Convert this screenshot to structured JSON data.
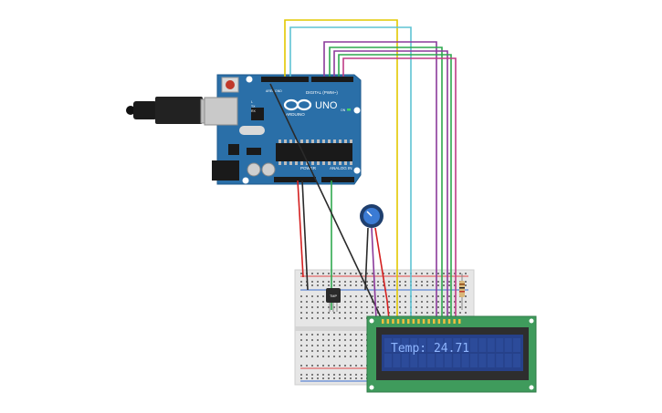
{
  "board": {
    "model": "UNO",
    "brand": "ARDUINO",
    "digital_label": "DIGITAL (PWM~)",
    "power_label": "POWER",
    "analog_label": "ANALOG IN",
    "aref_label": "AREF",
    "gnd_label": "GND",
    "on_label": "ON",
    "tx_label": "TX",
    "rx_label": "RX",
    "l_label": "L"
  },
  "sensor": {
    "label": "TMP"
  },
  "lcd": {
    "text": "Temp: 24.71"
  },
  "colors": {
    "board": "#2a6fa8",
    "breadboard": "#e6e6e6",
    "lcd_pcb": "#3f9b5c",
    "lcd_screen": "#26418a",
    "wire_yellow": "#e2c800",
    "wire_cyan": "#5ec3d4",
    "wire_purple": "#8b3a9b",
    "wire_green": "#2fa84f",
    "wire_magenta": "#c03b86",
    "wire_red": "#d41f1f",
    "wire_black": "#2a2a2a"
  }
}
